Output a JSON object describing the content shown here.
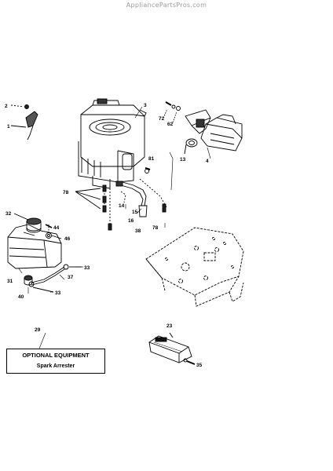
{
  "watermark": "AppliancePartsPros.com",
  "callouts": {
    "c1": "1",
    "c2": "2",
    "c3": "3",
    "c4": "4",
    "c13": "13",
    "c14": "14",
    "c15": "15",
    "c16": "16",
    "c23": "23",
    "c29": "29",
    "c31": "31",
    "c32": "32",
    "c33a": "33",
    "c33b": "33",
    "c35": "35",
    "c37": "37",
    "c38": "38",
    "c40": "40",
    "c44": "44",
    "c46": "46",
    "c62": "62",
    "c72": "72",
    "c78a": "78",
    "c78b": "78",
    "c81": "81"
  },
  "optional_box": {
    "title": "OPTIONAL EQUIPMENT",
    "subtitle": "Spark Arrester"
  }
}
